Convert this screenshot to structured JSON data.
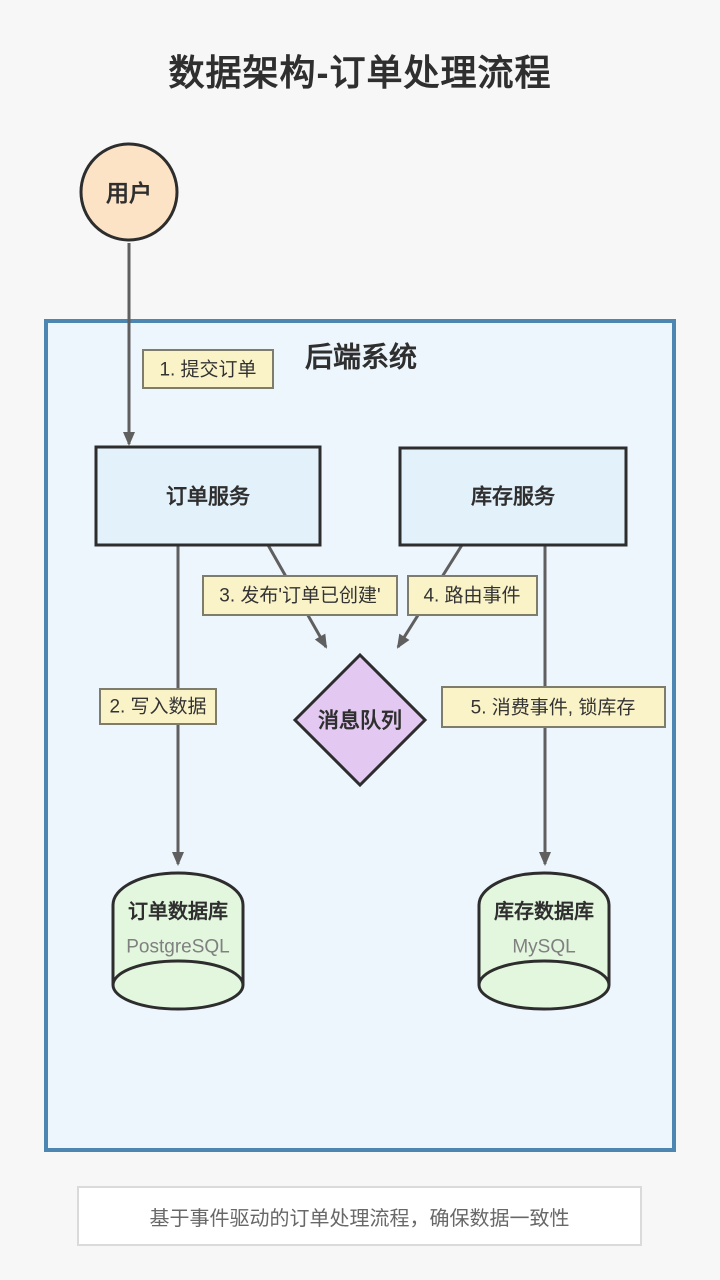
{
  "title": "数据架构-订单处理流程",
  "actor": {
    "label": "用户"
  },
  "backend": {
    "label": "后端系统"
  },
  "nodes": {
    "order_service": {
      "label": "订单服务"
    },
    "inventory_service": {
      "label": "库存服务"
    },
    "message_queue": {
      "label": "消息队列"
    },
    "order_db": {
      "name": "订单数据库",
      "tech": "PostgreSQL"
    },
    "inventory_db": {
      "name": "库存数据库",
      "tech": "MySQL"
    }
  },
  "edges": {
    "e1": {
      "label": "1. 提交订单"
    },
    "e2": {
      "label": "2. 写入数据"
    },
    "e3": {
      "label": "3. 发布'订单已创建'"
    },
    "e4": {
      "label": "4. 路由事件"
    },
    "e5": {
      "label": "5. 消费事件, 锁库存"
    }
  },
  "note": "基于事件驱动的订单处理流程，确保数据一致性",
  "colors": {
    "page_bg": "#f7f7f7",
    "backend_fill": "#edf5fd",
    "backend_border": "#4e86b2",
    "service_fill": "#e3f1fb",
    "label_fill": "#faf3c8",
    "label_border": "#7e7c6b",
    "queue_fill": "#e3c9f1",
    "db_fill": "#e3f7de",
    "actor_fill": "#fce3c5",
    "node_border": "#2d2d2d",
    "edge_color": "#5f5f5f",
    "note_border": "#dadada"
  }
}
